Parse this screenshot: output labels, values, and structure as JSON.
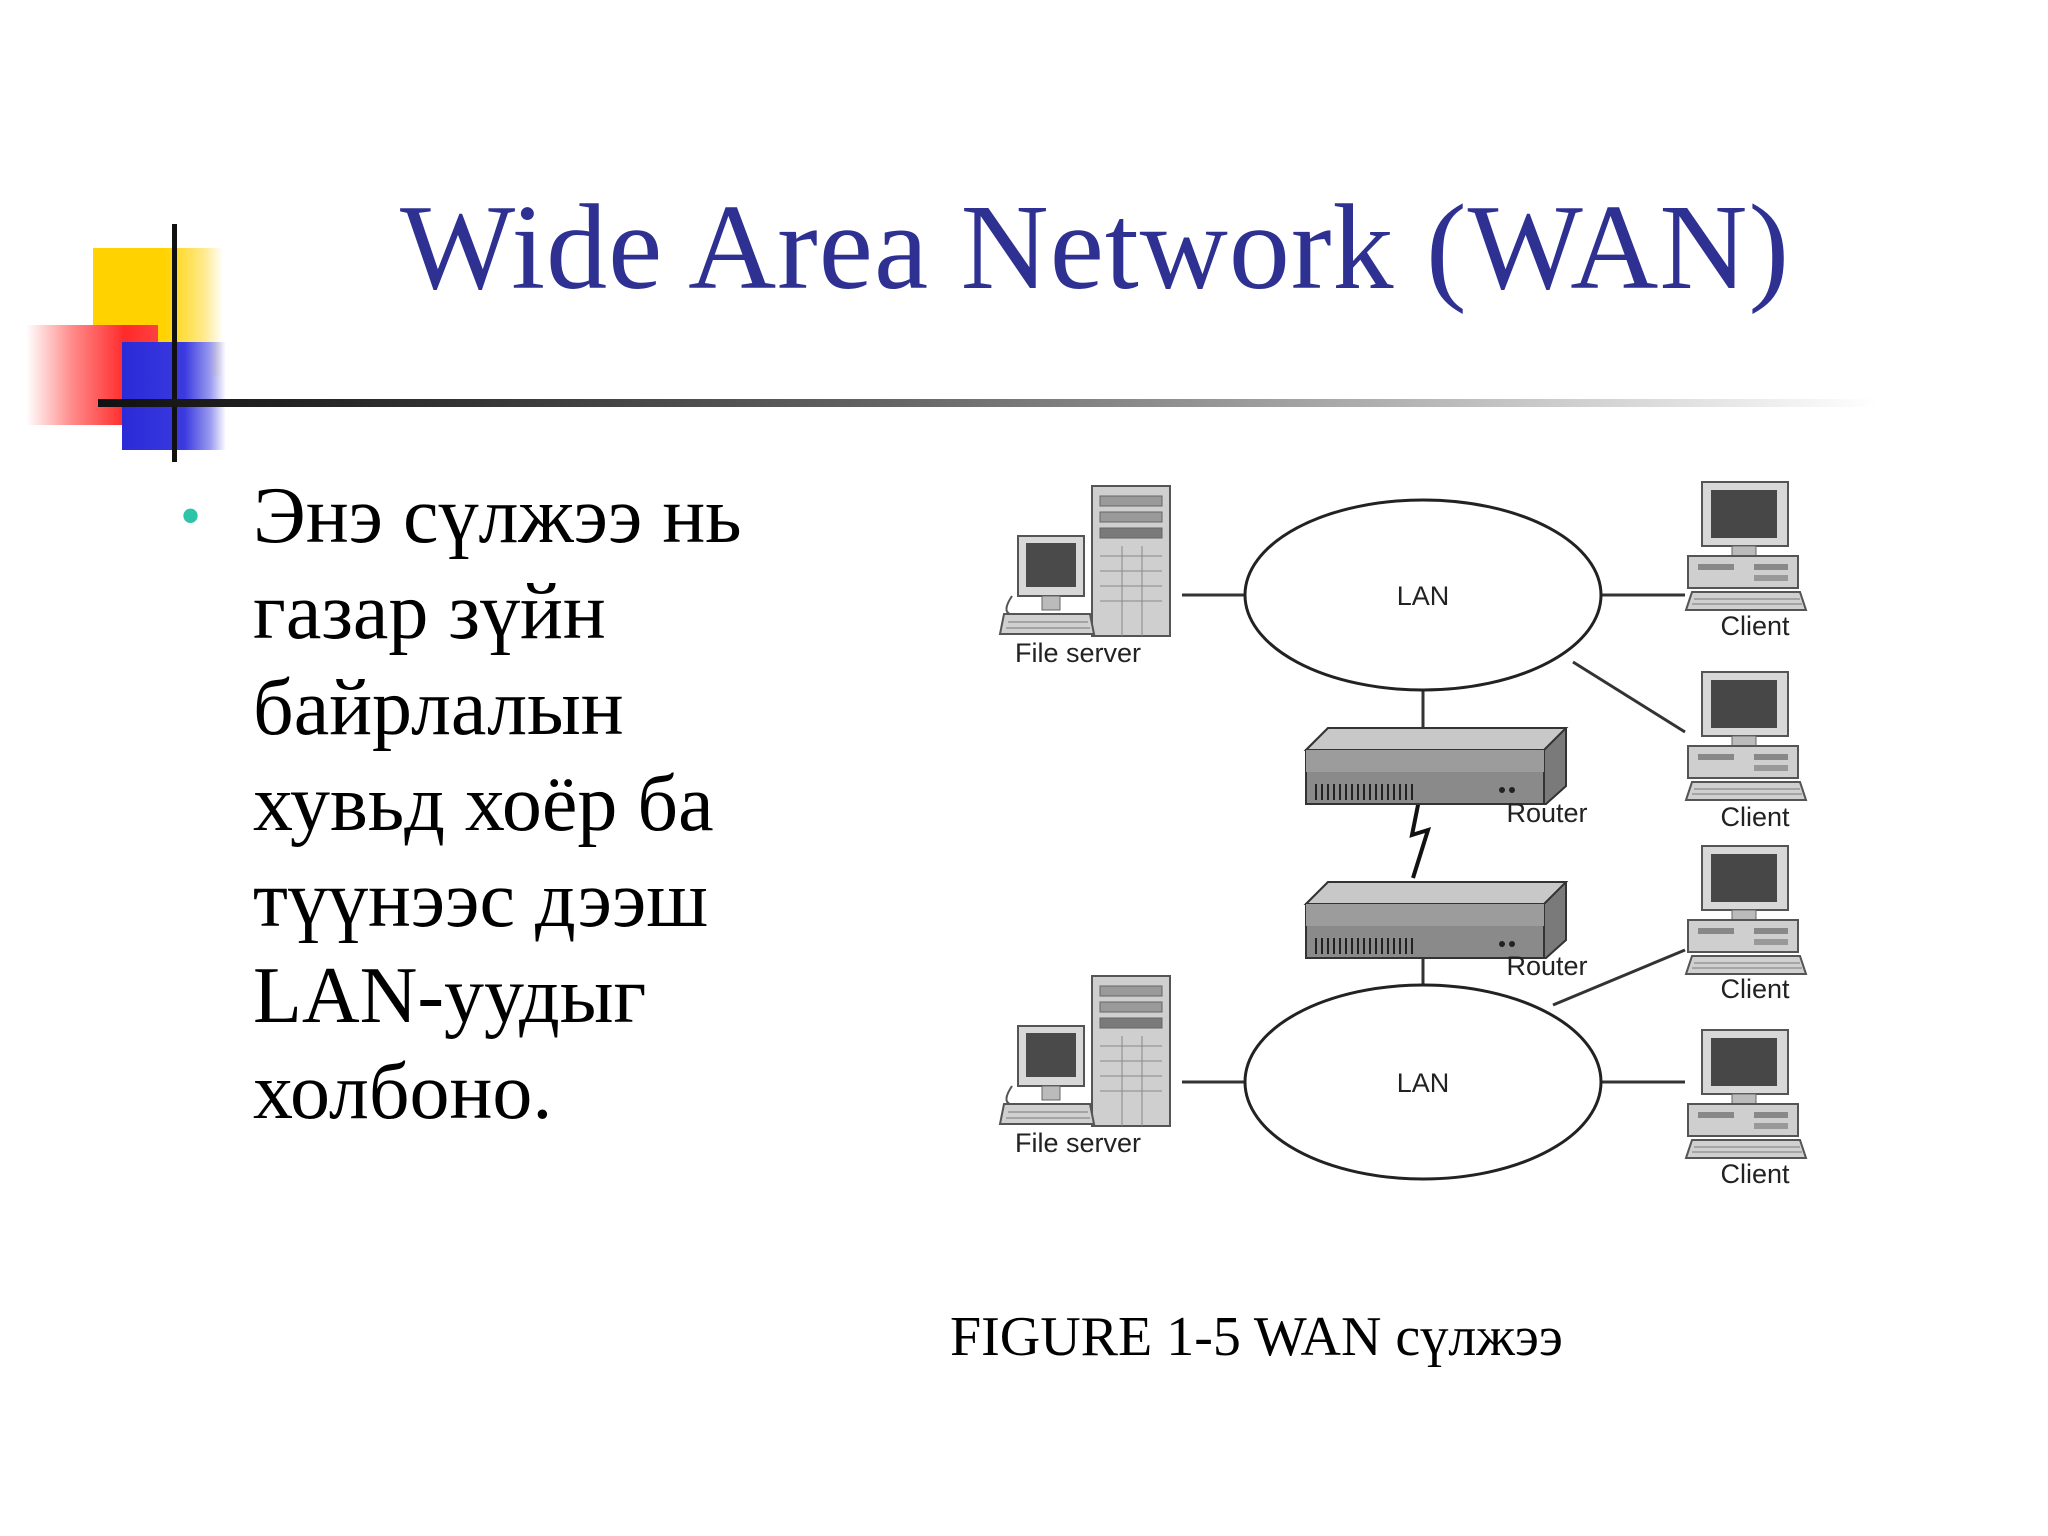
{
  "slide": {
    "title": "Wide Area Network (WAN)",
    "bullet": {
      "lines": [
        "Энэ сүлжээ нь",
        "газар зүйн",
        "байрлалын",
        "хувьд хоёр ба",
        "түүнээс дээш",
        "LAN-уудыг",
        "холбоно."
      ]
    },
    "caption": "FIGURE 1-5 WAN сүлжээ"
  },
  "colors": {
    "title": "#2e3192",
    "bullet": "#2ec4a8",
    "deco_yellow": "#ffd200",
    "deco_red": "#ff2a2a",
    "deco_blue": "#2a2ad8"
  },
  "diagram": {
    "top_lan": {
      "label": "LAN",
      "file_server_label": "File server",
      "clients": [
        "Client",
        "Client"
      ]
    },
    "routers": [
      "Router",
      "Router"
    ],
    "bottom_lan": {
      "label": "LAN",
      "file_server_label": "File server",
      "clients": [
        "Client",
        "Client"
      ]
    },
    "icons": [
      "file-server-icon",
      "client-computer-icon",
      "router-icon",
      "wan-link-icon"
    ]
  }
}
